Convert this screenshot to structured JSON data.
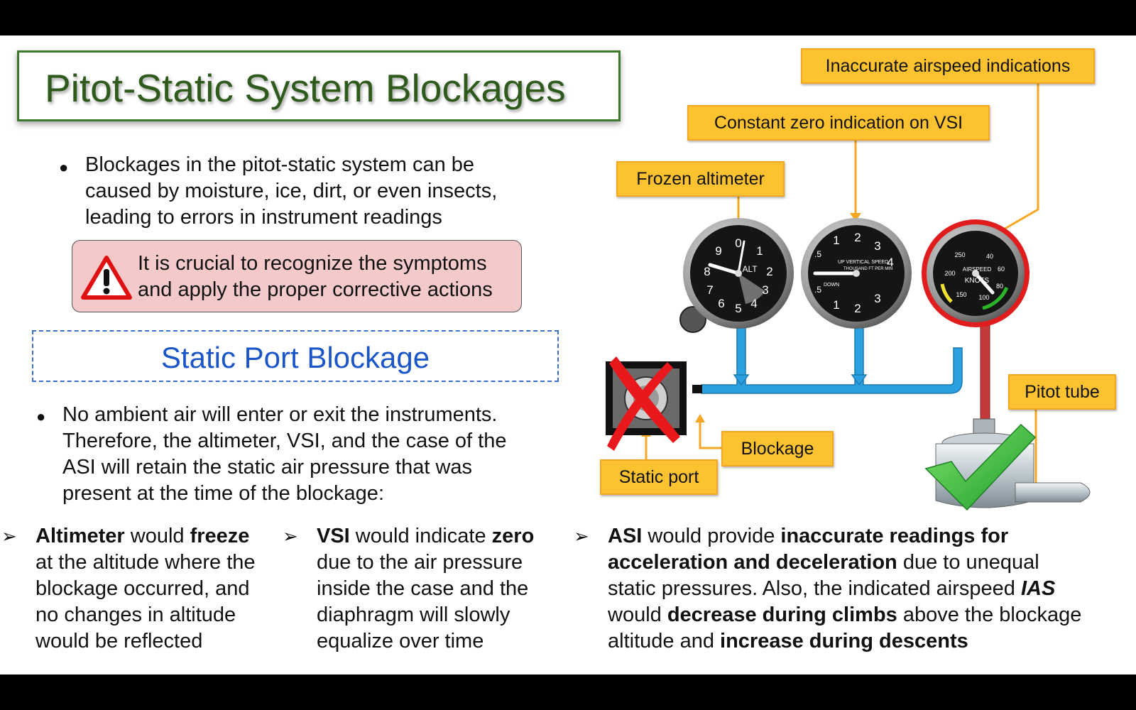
{
  "title": "Pitot-Static System Blockages",
  "intro": {
    "line1": "Blockages in the pitot-static system can be",
    "line2": "caused by moisture, ice, dirt, or even insects,",
    "line3": "leading to errors in instrument readings"
  },
  "warning": {
    "line1": "It is crucial to recognize the symptoms",
    "line2": "and apply the proper corrective actions"
  },
  "section_title": "Static Port Blockage",
  "static_bullet": {
    "line1": "No ambient air will enter or exit the instruments.",
    "line2": "Therefore, the altimeter, VSI, and the case of the",
    "line3": "ASI will retain the static air pressure that was",
    "line4": "present at the time of the blockage:"
  },
  "effects": {
    "altimeter": {
      "b1": "Altimeter",
      "t1": " would ",
      "b2": "freeze",
      "l2": "at the altitude where the",
      "l3": "blockage occurred, and",
      "l4": "no changes in altitude",
      "l5": "would be reflected"
    },
    "vsi": {
      "b1": "VSI",
      "t1": " would indicate ",
      "b2": "zero",
      "l2": "due to the air pressure",
      "l3": "inside the case and the",
      "l4": "diaphragm will slowly",
      "l5": "equalize over time"
    },
    "asi": {
      "b1": "ASI",
      "t1": " would provide ",
      "b2": "inaccurate readings for",
      "b3": "acceleration and deceleration",
      "t3": " due to unequal",
      "l3": "static pressures. Also, the indicated airspeed ",
      "b4": "IAS",
      "t4": "would ",
      "b5": "decrease during climbs",
      "t5": " above the blockage",
      "t6": "altitude and ",
      "b6": "increase during descents"
    }
  },
  "callouts": {
    "inaccurate_airspeed": "Inaccurate airspeed indications",
    "zero_vsi": "Constant zero indication on VSI",
    "frozen_altimeter": "Frozen altimeter",
    "pitot_tube": "Pitot tube",
    "blockage": "Blockage",
    "static_port": "Static port"
  },
  "gauges": {
    "altimeter": {
      "label": "ALT",
      "digits": [
        "0",
        "1",
        "2",
        "3",
        "4",
        "5",
        "6",
        "7",
        "8",
        "9"
      ]
    },
    "vsi": {
      "title": "UP VERTICAL SPEED",
      "subtitle": "THOUSAND FT PER MIN",
      "down": "DOWN",
      "up_digits": [
        ".5",
        "1",
        "2",
        "3",
        "4"
      ],
      "down_digits": [
        ".5",
        "1",
        "2",
        "3"
      ]
    },
    "asi": {
      "title": "AIRSPEED",
      "unit": "KNOTS",
      "digits": [
        "40",
        "60",
        "80",
        "100",
        "150",
        "200",
        "250"
      ]
    }
  },
  "colors": {
    "title_green": "#2e5a1c",
    "section_blue": "#1b56c9",
    "callout": "#fdc230",
    "static_line": "#2aa0e0",
    "pitot_line": "#c43a3a",
    "red_x": "#e8181c",
    "check_green": "#38c23a"
  }
}
